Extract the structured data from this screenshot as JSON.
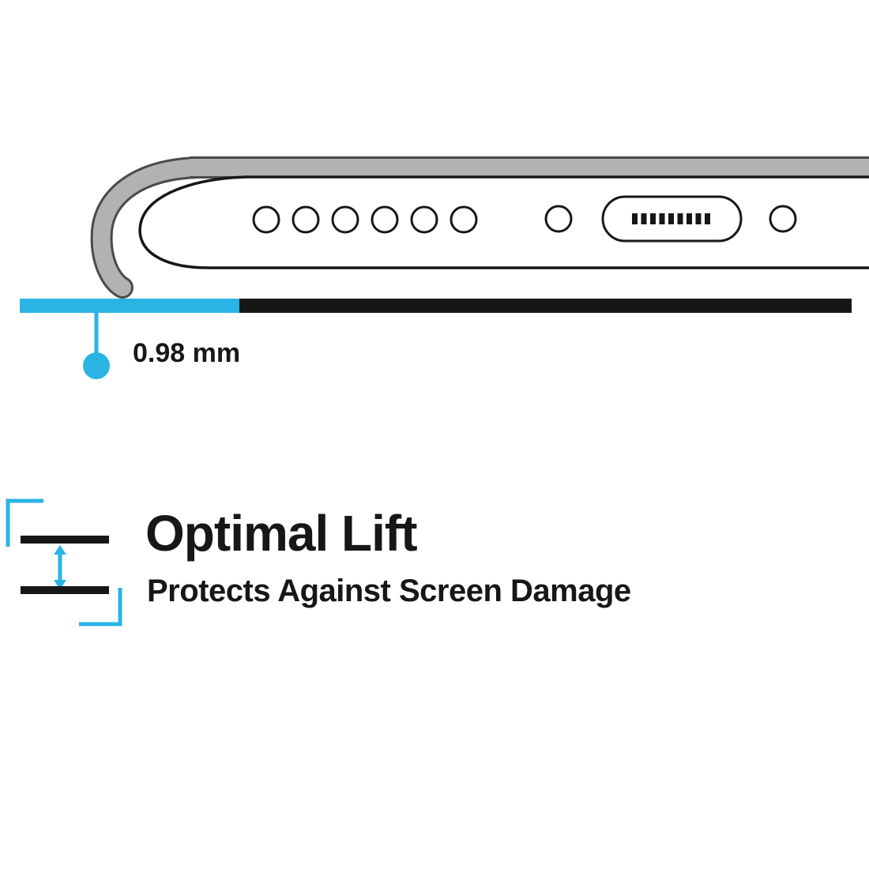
{
  "colors": {
    "accent": "#29b4e4",
    "ink": "#171717",
    "case_gray": "#b2b2b2",
    "case_outline": "#4a4a4a",
    "background": "#ffffff"
  },
  "lift_measurement": {
    "label": "0.98 mm"
  },
  "feature": {
    "title": "Optimal Lift",
    "subtitle": "Protects Against Screen Damage"
  },
  "illustration": {
    "speaker_hole_count": 6,
    "port_pin_count": 9,
    "elements": [
      "case-corner-lip",
      "phone-bottom-edge",
      "speaker-holes",
      "microphone-hole",
      "charging-port",
      "screw-hole"
    ]
  }
}
